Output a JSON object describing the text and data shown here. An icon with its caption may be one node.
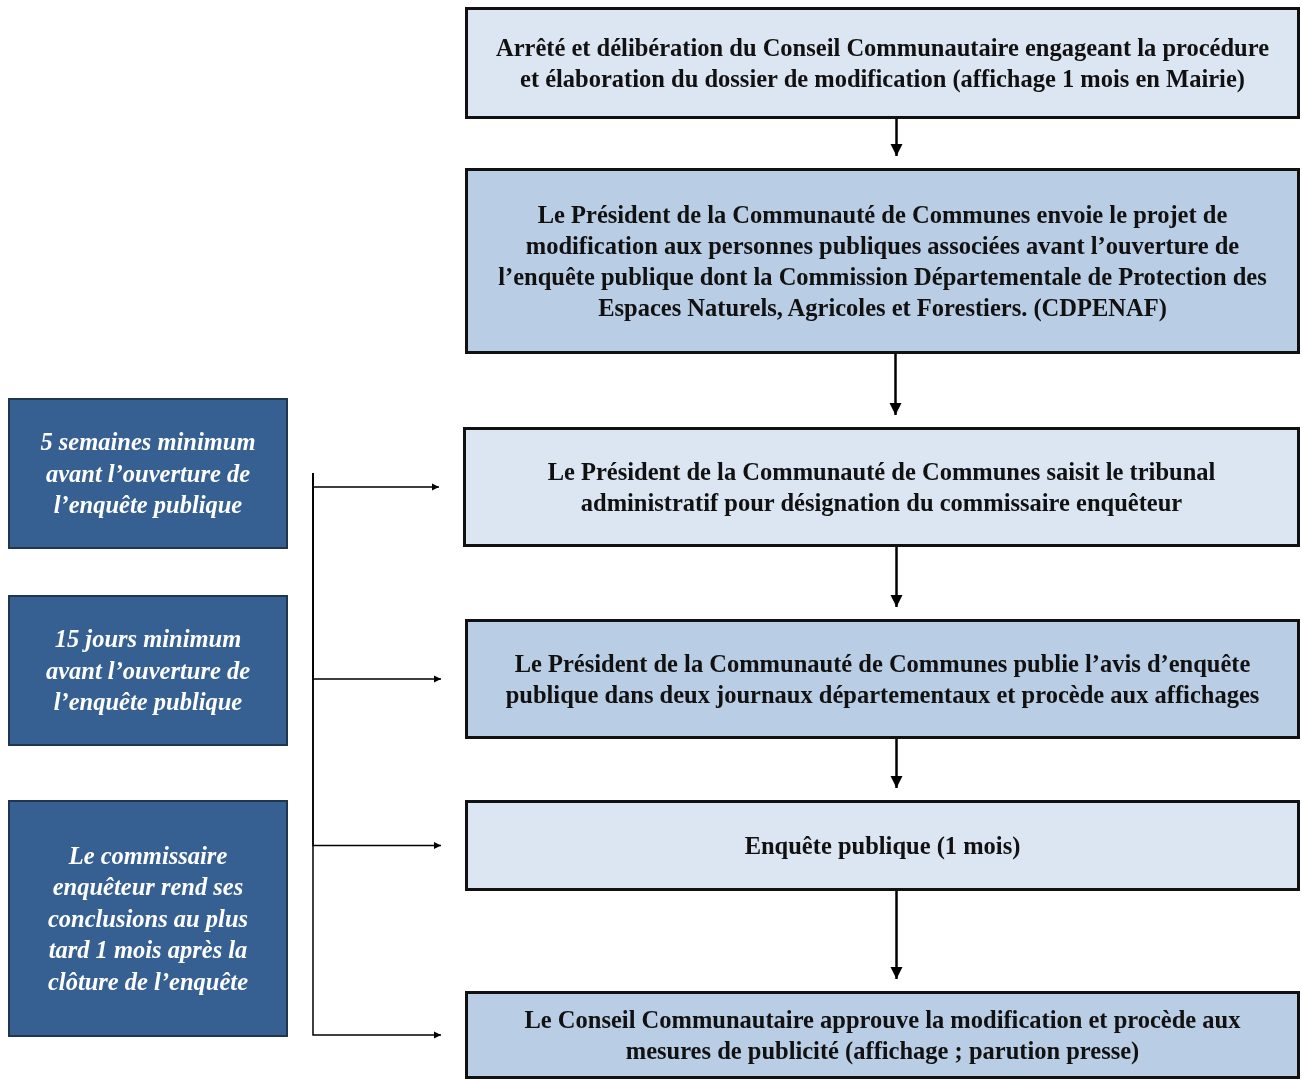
{
  "diagram": {
    "nodes": [
      {
        "text": [
          "Arrêté et délibération du Conseil Communautaire engageant la procédure et élaboration du dossier de modification (affichage 1 mois en Mairie)"
        ]
      },
      {
        "text": [
          "Le Président de la Communauté de Communes envoie le projet de modification aux personnes publiques associées avant l’ouverture de l’enquête publique dont la Commission Départementale de Protection des Espaces Naturels, Agricoles et Forestiers. (CDPENAF)"
        ]
      },
      {
        "text": [
          "Le Président de la Communauté de Communes saisit le tribunal administratif pour désignation du commissaire enquêteur"
        ]
      },
      {
        "text": [
          "Le Président de la Communauté de Communes publie l’avis d’enquête publique dans deux journaux départementaux et procède aux affichages"
        ]
      },
      {
        "text": [
          "Enquête publique (1 mois)"
        ]
      },
      {
        "text": [
          "Le Conseil Communautaire approuve la modification et procède aux mesures de publicité (affichage ; parution presse)"
        ]
      },
      {
        "text": [
          "5 semaines minimum avant l’ouverture de l’enquête publique"
        ]
      },
      {
        "text": [
          "15 jours minimum avant l’ouverture de l’enquête publique"
        ]
      },
      {
        "text": [
          "Le commissaire enquêteur rend ses conclusions au plus tard 1 mois après la clôture de l’enquête"
        ]
      }
    ],
    "edges": [
      {
        "from": 0,
        "to": 1,
        "arrow": "to"
      },
      {
        "from": 1,
        "to": 2,
        "arrow": "to"
      },
      {
        "from": 2,
        "to": 3,
        "arrow": "to"
      },
      {
        "from": 3,
        "to": 4,
        "arrow": "to"
      },
      {
        "from": 4,
        "to": 5,
        "arrow": "to"
      },
      {
        "from": null,
        "to": 2,
        "arrow": "to"
      },
      {
        "from": null,
        "to": 3,
        "arrow": "to"
      },
      {
        "from": null,
        "to": 4,
        "arrow": "to"
      },
      {
        "from": null,
        "to": 5,
        "arrow": "to"
      }
    ]
  }
}
